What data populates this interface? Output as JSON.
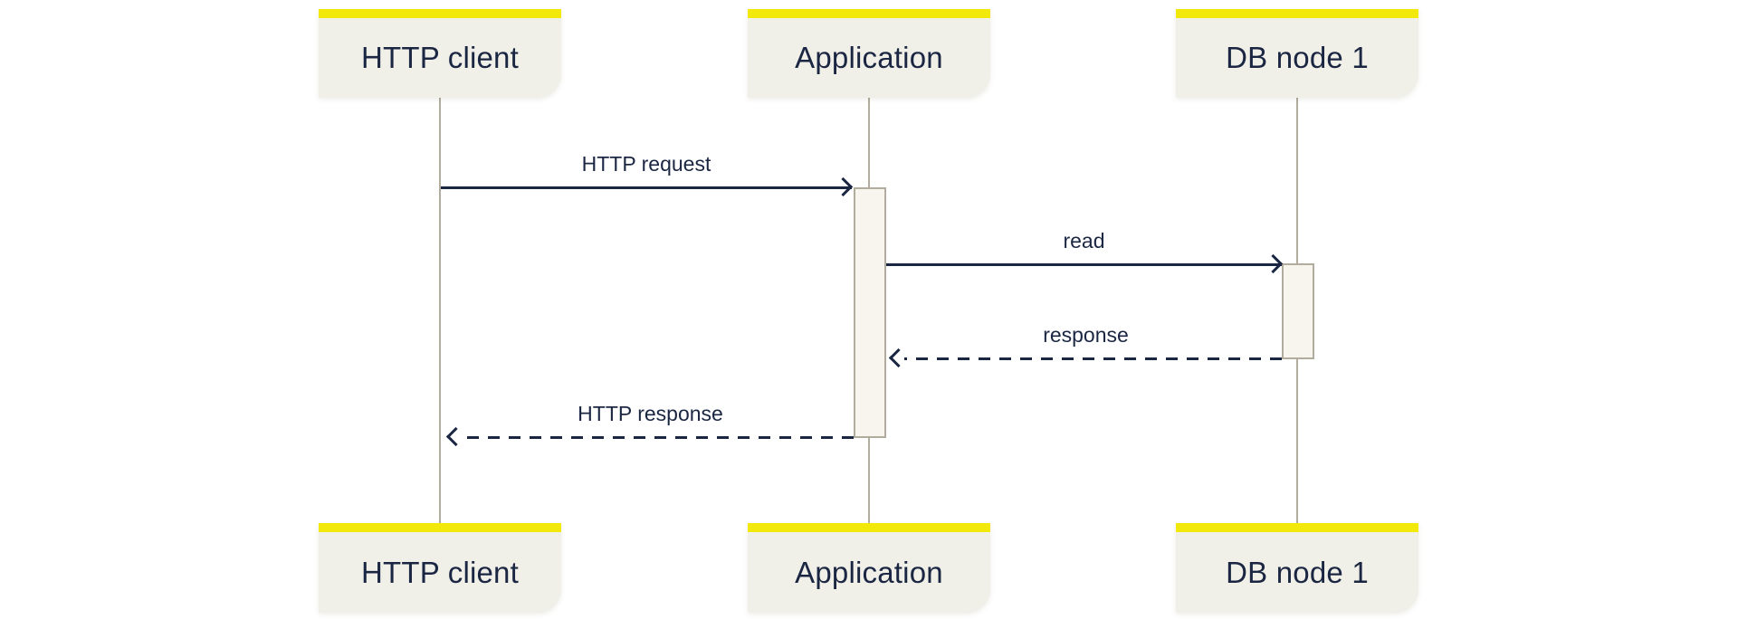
{
  "diagram": {
    "type": "sequence",
    "actors": [
      {
        "name": "HTTP client"
      },
      {
        "name": "Application"
      },
      {
        "name": "DB node 1"
      }
    ],
    "messages": [
      {
        "label": "HTTP request",
        "from": "HTTP client",
        "to": "Application",
        "line": "solid",
        "direction": "right"
      },
      {
        "label": "read",
        "from": "Application",
        "to": "DB node 1",
        "line": "solid",
        "direction": "right"
      },
      {
        "label": "response",
        "from": "DB node 1",
        "to": "Application",
        "line": "dashed",
        "direction": "left"
      },
      {
        "label": "HTTP response",
        "from": "Application",
        "to": "HTTP client",
        "line": "dashed",
        "direction": "left"
      }
    ],
    "colors": {
      "background": "#ffffff",
      "actor_box_fill": "#f0efe8",
      "actor_accent_bar": "#f2e90b",
      "text": "#1b2742",
      "arrow": "#1b2742",
      "lifeline": "#b2ac9e",
      "activation_fill": "#f7f5ee",
      "activation_border": "#b2ac9e"
    }
  }
}
